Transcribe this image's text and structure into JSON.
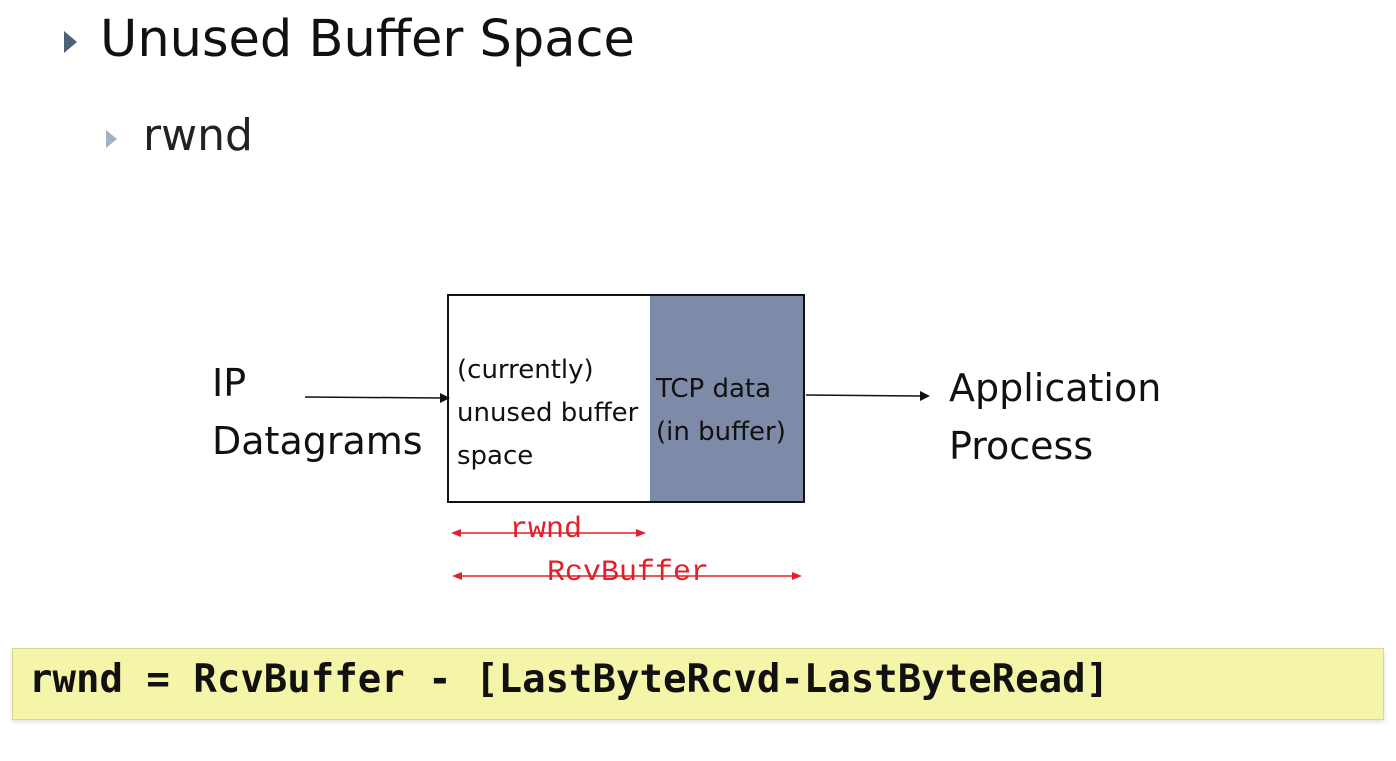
{
  "slide": {
    "heading": "Unused Buffer Space",
    "subheading": "rwnd"
  },
  "diagram": {
    "left_label": [
      "IP",
      "Datagrams"
    ],
    "right_label": [
      "Application",
      "Process"
    ],
    "unused_text": [
      "(currently)",
      "unused buffer",
      "space"
    ],
    "used_text": [
      "TCP data",
      "(in buffer)"
    ],
    "rwnd_label": "rwnd",
    "rcvbuffer_label": "RcvBuffer",
    "used_fill_color": "#7d8aa8",
    "annotation_color": "#e0202a"
  },
  "formula": {
    "text": "rwnd = RcvBuffer - [LastByteRcvd-LastByteRead]",
    "background_color": "#f5f5a9"
  }
}
